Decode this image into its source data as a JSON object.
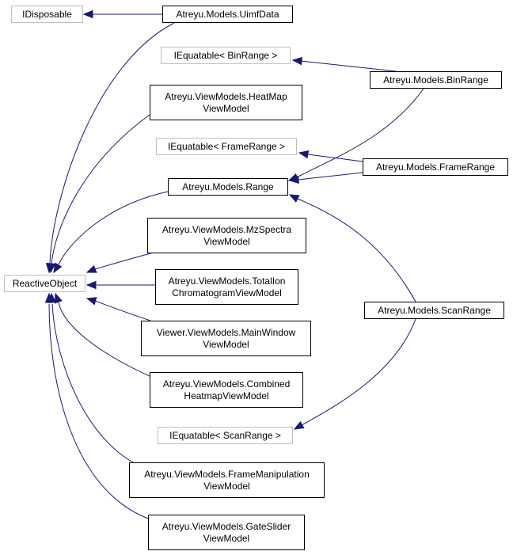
{
  "colors": {
    "edge": "#191970",
    "node_border": "#000000",
    "external_border": "#bfbfbf",
    "background": "#ffffff"
  },
  "nodes": {
    "idisposable": {
      "lines": [
        "IDisposable"
      ],
      "external": true
    },
    "uimfdata": {
      "lines": [
        "Atreyu.Models.UimfData"
      ],
      "external": false
    },
    "iequatable_binrange": {
      "lines": [
        "IEquatable< BinRange >"
      ],
      "external": true
    },
    "binrange": {
      "lines": [
        "Atreyu.Models.BinRange"
      ],
      "external": false
    },
    "heatmap_vm": {
      "lines": [
        "Atreyu.ViewModels.HeatMap",
        "ViewModel"
      ],
      "external": false
    },
    "iequatable_framerange": {
      "lines": [
        "IEquatable< FrameRange >"
      ],
      "external": true
    },
    "framerange": {
      "lines": [
        "Atreyu.Models.FrameRange"
      ],
      "external": false
    },
    "range": {
      "lines": [
        "Atreyu.Models.Range"
      ],
      "external": false
    },
    "mzspectra_vm": {
      "lines": [
        "Atreyu.ViewModels.MzSpectra",
        "ViewModel"
      ],
      "external": false
    },
    "reactiveobject": {
      "lines": [
        "ReactiveObject"
      ],
      "external": true
    },
    "totalion_vm": {
      "lines": [
        "Atreyu.ViewModels.TotalIon",
        "ChromatogramViewModel"
      ],
      "external": false
    },
    "scanrange": {
      "lines": [
        "Atreyu.Models.ScanRange"
      ],
      "external": false
    },
    "mainwindow_vm": {
      "lines": [
        "Viewer.ViewModels.MainWindow",
        "ViewModel"
      ],
      "external": false
    },
    "combined_vm": {
      "lines": [
        "Atreyu.ViewModels.Combined",
        "HeatmapViewModel"
      ],
      "external": false
    },
    "iequatable_scanrange": {
      "lines": [
        "IEquatable< ScanRange >"
      ],
      "external": true
    },
    "framemanip_vm": {
      "lines": [
        "Atreyu.ViewModels.FrameManipulation",
        "ViewModel"
      ],
      "external": false
    },
    "gateslider_vm": {
      "lines": [
        "Atreyu.ViewModels.GateSlider",
        "ViewModel"
      ],
      "external": false
    }
  },
  "edges": [
    {
      "from": "uimfdata",
      "to": "idisposable"
    },
    {
      "from": "uimfdata",
      "to": "reactiveobject"
    },
    {
      "from": "binrange",
      "to": "iequatable_binrange"
    },
    {
      "from": "binrange",
      "to": "range"
    },
    {
      "from": "heatmap_vm",
      "to": "reactiveobject"
    },
    {
      "from": "framerange",
      "to": "iequatable_framerange"
    },
    {
      "from": "framerange",
      "to": "range"
    },
    {
      "from": "range",
      "to": "reactiveobject"
    },
    {
      "from": "mzspectra_vm",
      "to": "reactiveobject"
    },
    {
      "from": "totalion_vm",
      "to": "reactiveobject"
    },
    {
      "from": "scanrange",
      "to": "range"
    },
    {
      "from": "scanrange",
      "to": "iequatable_scanrange"
    },
    {
      "from": "mainwindow_vm",
      "to": "reactiveobject"
    },
    {
      "from": "combined_vm",
      "to": "reactiveobject"
    },
    {
      "from": "framemanip_vm",
      "to": "reactiveobject"
    },
    {
      "from": "gateslider_vm",
      "to": "reactiveobject"
    }
  ]
}
